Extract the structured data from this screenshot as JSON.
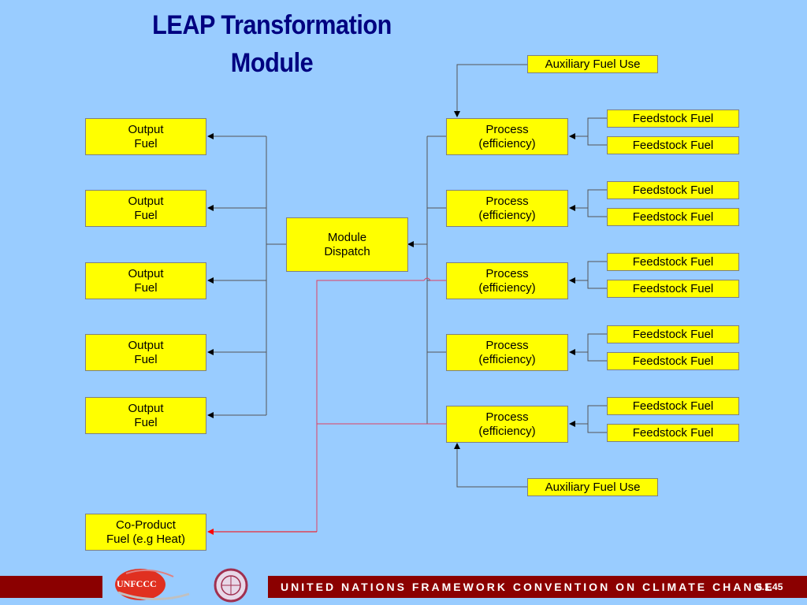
{
  "title": {
    "line1": "LEAP Transformation",
    "line2": "Module"
  },
  "output_fuels": [
    {
      "line1": "Output",
      "line2": "Fuel"
    },
    {
      "line1": "Output",
      "line2": "Fuel"
    },
    {
      "line1": "Output",
      "line2": "Fuel"
    },
    {
      "line1": "Output",
      "line2": "Fuel"
    },
    {
      "line1": "Output",
      "line2": "Fuel"
    }
  ],
  "co_product": {
    "line1": "Co-Product",
    "line2": "Fuel (e.g Heat)"
  },
  "dispatch": {
    "line1": "Module",
    "line2": "Dispatch"
  },
  "processes": [
    {
      "line1": "Process",
      "line2": "(efficiency)"
    },
    {
      "line1": "Process",
      "line2": "(efficiency)"
    },
    {
      "line1": "Process",
      "line2": "(efficiency)"
    },
    {
      "line1": "Process",
      "line2": "(efficiency)"
    },
    {
      "line1": "Process",
      "line2": "(efficiency)"
    }
  ],
  "feedstock_label": "Feedstock Fuel",
  "auxiliary_label": "Auxiliary Fuel Use",
  "footer": {
    "logo_text": "UNFCCC",
    "banner": "UNITED NATIONS FRAMEWORK CONVENTION ON CLIMATE CHANGE",
    "slide_number": "5.1.45"
  },
  "colors": {
    "background": "#99ccff",
    "box": "#ffff00",
    "title": "#000080",
    "footer": "#8b0000",
    "highlight_line": "#ff3333"
  }
}
